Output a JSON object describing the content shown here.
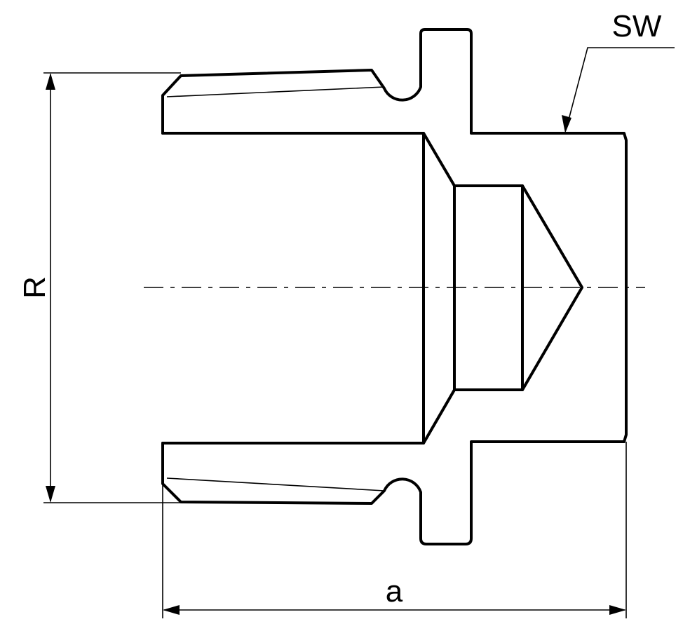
{
  "labels": {
    "wrench_size": "SW",
    "thread": "R",
    "length": "a"
  }
}
